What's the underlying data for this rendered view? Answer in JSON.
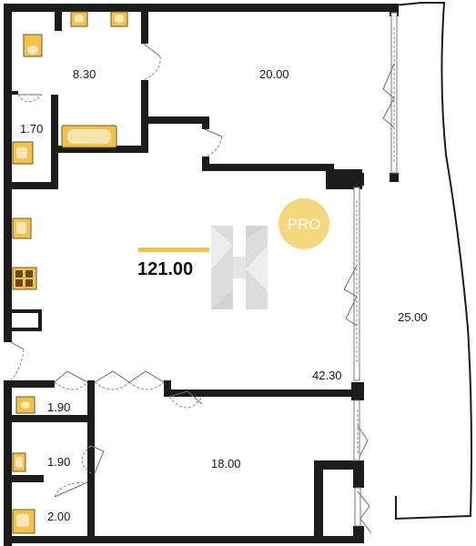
{
  "total_area": "121.00",
  "badge_text": "PRO",
  "rooms": {
    "bathroom_large": "8.30",
    "bedroom_top": "20.00",
    "wc_top": "1.70",
    "loggia": "25.00",
    "living": "42.30",
    "wc_mid": "1.90",
    "wc_low": "1.90",
    "storage": "2.00",
    "bedroom_bottom": "18.00"
  },
  "colors": {
    "wall": "#1c1c1c",
    "fixture": "#f2c24f",
    "accent_line": "#f2c24f",
    "badge": "#f7d77e",
    "watermark": "#dcdcdc"
  },
  "icons": {
    "watermark": "logo-h-icon",
    "sink": "sink-icon",
    "toilet": "toilet-icon",
    "bathtub": "bathtub-icon",
    "stove": "stove-icon"
  }
}
